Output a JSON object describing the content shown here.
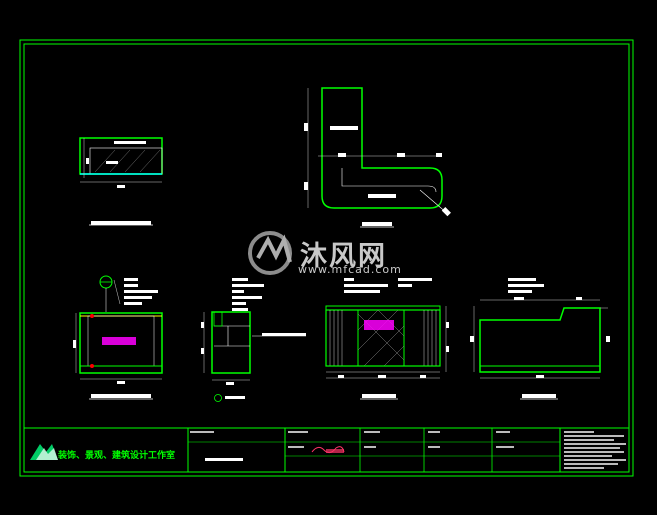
{
  "watermark": {
    "text": "沐风网",
    "url": "www.mfcad.com"
  },
  "title_block": {
    "firm_name": "装饰、景观、建筑设计工作室"
  },
  "colors": {
    "frame": "#00ff00",
    "line": "#ffffff",
    "accent": "#ff00ff",
    "dim": "#e0e0e0"
  }
}
